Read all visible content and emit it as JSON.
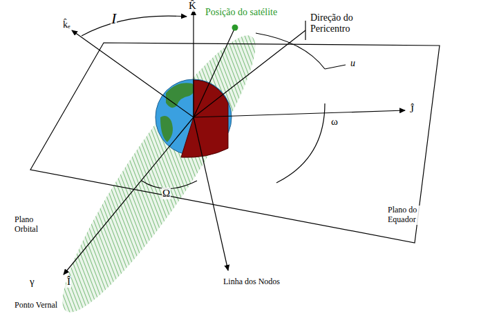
{
  "diagram": {
    "labels": [
      "K̂",
      "k̂ₑ",
      "I",
      "Posição do satélite",
      "Direção do Pericentro",
      "u",
      "Ĵ",
      "ω",
      "Ω",
      "Plano do Equador",
      "Plano Orbital",
      "γ",
      "Î",
      "Ponto Vernal",
      "Linha dos Nodos"
    ]
  }
}
